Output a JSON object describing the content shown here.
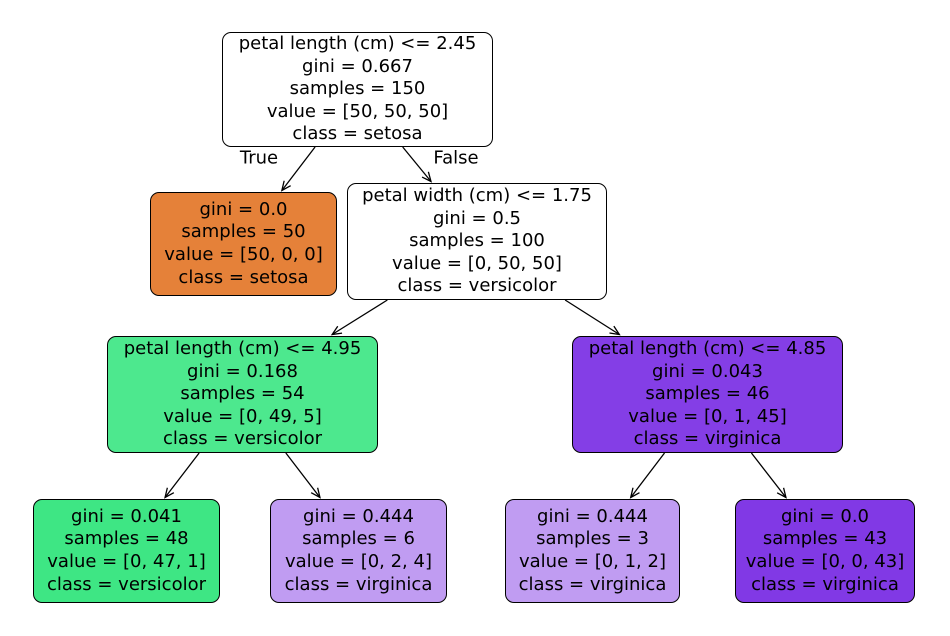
{
  "figure": {
    "background": "#ffffff",
    "description_lines_order": [
      "condition",
      "gini",
      "samples",
      "value",
      "class_line"
    ]
  },
  "edge_labels": {
    "true_label": "True",
    "false_label": "False"
  },
  "nodes": [
    {
      "id": 0,
      "kind": "split",
      "condition": "petal length (cm) <= 2.45",
      "gini": "gini = 0.667",
      "samples": "samples = 150",
      "value": "value = [50, 50, 50]",
      "class_line": "class = setosa",
      "fill": "#ffffff"
    },
    {
      "id": 1,
      "kind": "leaf",
      "gini": "gini = 0.0",
      "samples": "samples = 50",
      "value": "value = [50, 0, 0]",
      "class_line": "class = setosa",
      "fill": "#e58139"
    },
    {
      "id": 2,
      "kind": "split",
      "condition": "petal width (cm) <= 1.75",
      "gini": "gini = 0.5",
      "samples": "samples = 100",
      "value": "value = [0, 50, 50]",
      "class_line": "class = versicolor",
      "fill": "#ffffff"
    },
    {
      "id": 3,
      "kind": "split",
      "condition": "petal length (cm) <= 4.95",
      "gini": "gini = 0.168",
      "samples": "samples = 54",
      "value": "value = [0, 49, 5]",
      "class_line": "class = versicolor",
      "fill": "#4de88e"
    },
    {
      "id": 4,
      "kind": "leaf",
      "gini": "gini = 0.041",
      "samples": "samples = 48",
      "value": "value = [0, 47, 1]",
      "class_line": "class = versicolor",
      "fill": "#3ee684"
    },
    {
      "id": 5,
      "kind": "leaf",
      "gini": "gini = 0.444",
      "samples": "samples = 6",
      "value": "value = [0, 2, 4]",
      "class_line": "class = virginica",
      "fill": "#c09cf2"
    },
    {
      "id": 6,
      "kind": "split",
      "condition": "petal length (cm) <= 4.85",
      "gini": "gini = 0.043",
      "samples": "samples = 46",
      "value": "value = [0, 1, 45]",
      "class_line": "class = virginica",
      "fill": "#843ee6"
    },
    {
      "id": 7,
      "kind": "leaf",
      "gini": "gini = 0.444",
      "samples": "samples = 3",
      "value": "value = [0, 1, 2]",
      "class_line": "class = virginica",
      "fill": "#c09cf2"
    },
    {
      "id": 8,
      "kind": "leaf",
      "gini": "gini = 0.0",
      "samples": "samples = 43",
      "value": "value = [0, 0, 43]",
      "class_line": "class = virginica",
      "fill": "#8139e5"
    }
  ],
  "edges": [
    {
      "from": 0,
      "to": 1,
      "label": "True"
    },
    {
      "from": 0,
      "to": 2,
      "label": "False"
    },
    {
      "from": 2,
      "to": 3
    },
    {
      "from": 2,
      "to": 6
    },
    {
      "from": 3,
      "to": 4
    },
    {
      "from": 3,
      "to": 5
    },
    {
      "from": 6,
      "to": 7
    },
    {
      "from": 6,
      "to": 8
    }
  ]
}
